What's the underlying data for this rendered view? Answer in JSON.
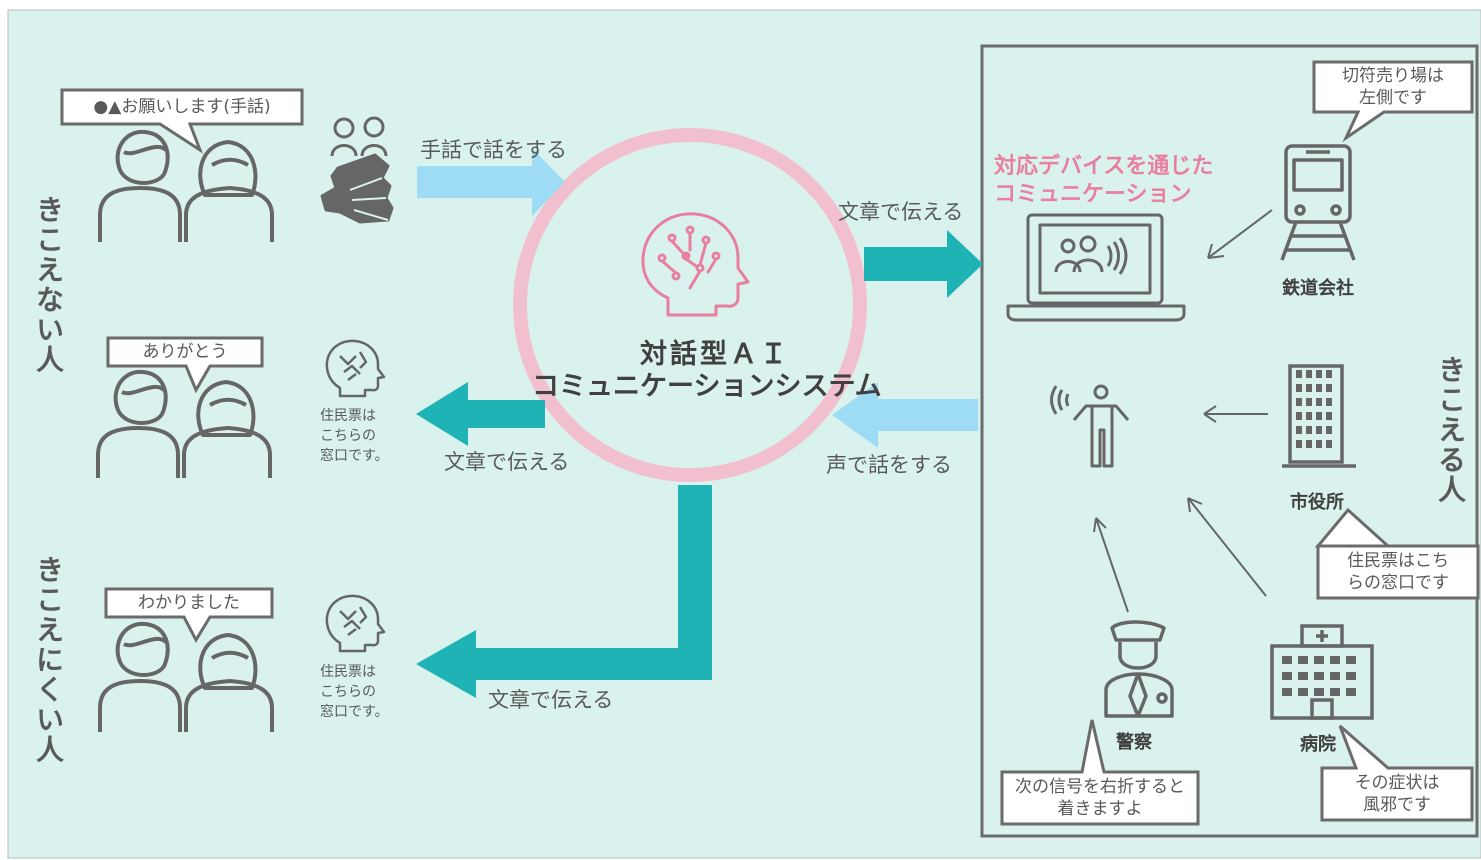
{
  "left_group": {
    "deaf_label": "きこえない人",
    "hard_of_hearing_label": "きこえにくい人"
  },
  "bubbles": {
    "sign_request": "●▲お願いします(手話)",
    "thanks": "ありがとう",
    "understood": "わかりました"
  },
  "flows": {
    "sign_to_ai": "手話で話をする",
    "text_to_device": "文章で伝える",
    "voice_to_ai": "声で話をする",
    "text_to_deaf": "文章で伝える",
    "text_to_hoh": "文章で伝える"
  },
  "ai_system": {
    "title_line1": "対話型ＡＩ",
    "title_line2": "コミュニケーションシステム"
  },
  "ai_replies": {
    "reply_deaf_line1": "住民票は",
    "reply_deaf_line2": "こちらの",
    "reply_deaf_line3": "窓口です。",
    "reply_hoh_line1": "住民票は",
    "reply_hoh_line2": "こちらの",
    "reply_hoh_line3": "窓口です。"
  },
  "right_group": {
    "hearing_label": "きこえる人",
    "device_caption_line1": "対応デバイスを通じた",
    "device_caption_line2": "コミュニケーション",
    "railway": "鉄道会社",
    "city_hall": "市役所",
    "police": "警察",
    "hospital": "病院"
  },
  "right_bubbles": {
    "railway_line1": "切符売り場は",
    "railway_line2": "左側です",
    "city_hall_line1": "住民票はこち",
    "city_hall_line2": "らの窓口です",
    "police_line1": "次の信号を右折すると",
    "police_line2": "着きますよ",
    "hospital_line1": "その症状は",
    "hospital_line2": "風邪です"
  },
  "colors": {
    "background": "#daf2ee",
    "teal_arrow": "#1fb3b6",
    "light_blue_arrow": "#9edcf5",
    "ring_pink": "#f2bfcf",
    "ai_pink": "#e87fa0",
    "icon_gray": "#666666"
  }
}
